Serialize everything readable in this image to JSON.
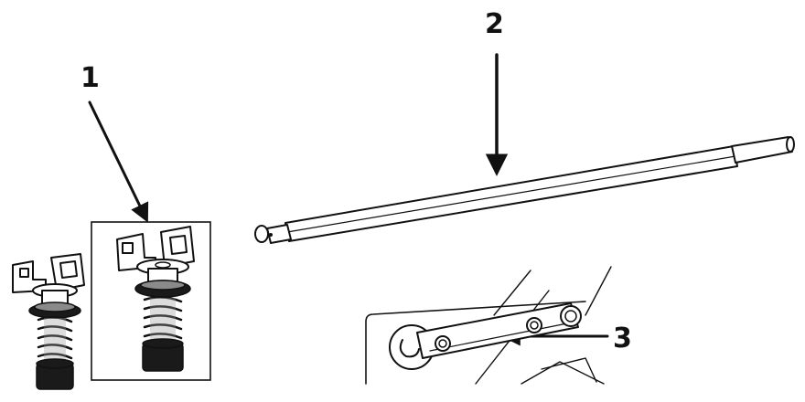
{
  "callouts": {
    "c1": "1",
    "c2": "2",
    "c3": "3"
  },
  "colors": {
    "line": "#111111",
    "background": "#ffffff",
    "spring_grey": "#8a8a8a",
    "knob_black": "#1a1a1a"
  }
}
